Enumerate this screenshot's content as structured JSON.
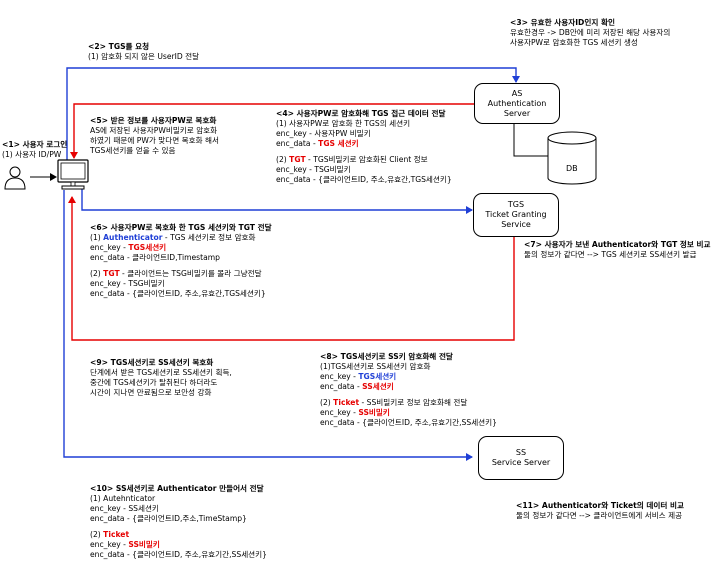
{
  "user": {
    "step_title": "<1> 사용자 로그인",
    "step_sub": "(1) 사용자 ID/PW"
  },
  "servers": {
    "as": {
      "line1": "AS",
      "line2": "Authentication Server"
    },
    "db": {
      "label": "DB"
    },
    "tgs": {
      "line1": "TGS",
      "line2": "Ticket Granting",
      "line3": "Service"
    },
    "ss": {
      "line1": "SS",
      "line2": "Service Server"
    }
  },
  "step2": {
    "title": "<2> TGS를 요청",
    "line1": "(1) 암호화 되지 않은 UserID 전달"
  },
  "step3": {
    "title": "<3> 유효한 사용자ID인지 확인",
    "line1": "유효한경우 -> DB안에 미리 저장된 해당 사용자의",
    "line2": "사용자PW로 암호화한 TGS 세션키 생성"
  },
  "step4": {
    "title": "<4> 사용자PW로 암호화해 TGS 접근 데이터 전달",
    "l1": "(1) 사용자PW로 암호화 한 TGS의 세션키",
    "l2": "enc_key - 사용자PW 비밀키",
    "l3_pre": "enc_data - ",
    "l3_hl": "TGS 세션키",
    "l4_pre": "(2) ",
    "l4_hl": "TGT",
    "l4_post": " - TGS비밀키로 암호화된 Client 정보",
    "l5": "enc_key - TSG비밀키",
    "l6": "enc_data - {클라이언트ID, 주소,유효간,TGS세션키}"
  },
  "step5": {
    "title": "<5> 받은 정보를 사용자PW로 복호화",
    "l1": "AS에 저장된 사용자PW비밀키로 암호화",
    "l2": "하였기 때문에 PW가 맞다면 복호화 해서",
    "l3": "TGS세션키를 얻을 수 있음"
  },
  "step6": {
    "title": "<6> 사용자PW로 복호화 한 TGS 세션키와 TGT 전달",
    "l1_pre": "(1) ",
    "l1_hl": "Authenticator",
    "l1_post": " - TGS 세션키로 정보 암호화",
    "l2_pre": "enc_key - ",
    "l2_hl": "TGS세션키",
    "l3": "enc_data - 클라이언트ID,Timestamp",
    "l4_pre": "(2) ",
    "l4_hl": "TGT",
    "l4_post": " - 클라이언트는 TSG비밀키를 몰라 그냥전달",
    "l5": "enc_key - TSG비밀키",
    "l6": "enc_data - {클라이언트ID, 주소,유효간,TGS세션키}"
  },
  "step7": {
    "title": "<7> 사용자가 보낸 Authenticator와 TGT 정보 비교",
    "l1": "둘의 정보가 같다면 --> TGS 세션키로 SS세션키 발급"
  },
  "step8": {
    "title": "<8> TGS세션키로 SS키 암호화해 전달",
    "l1": "(1)TGS세션키로 SS세션키 암호화",
    "l2_pre": "enc_key - ",
    "l2_hl": "TGS세션키",
    "l3_pre": "enc_data - ",
    "l3_hl": "SS세션키",
    "l4_pre": "(2) ",
    "l4_hl": "Ticket",
    "l4_post": " - SS비밀키로 정보 암호화해 전달",
    "l5_pre": "enc_key - ",
    "l5_hl": "SS비밀키",
    "l6": "enc_data - {클라이언트ID, 주소,유효기간,SS세션키}"
  },
  "step9": {
    "title": "<9> TGS세션키로 SS세션키 복호화",
    "l1": "단계에서 받은 TGS세션키로 SS세션키 획득,",
    "l2": "중간에 TGS세션키가 탈취된다 하더라도",
    "l3": "시간이 지나면 만료됨으로 보안성 강화"
  },
  "step10": {
    "title": "<10> SS세션키로 Authenticator 만들어서 전달",
    "l1": "(1) Autehnticator",
    "l2": "enc_key - SS세션키",
    "l3": "enc_data - {클라이언트ID,주소,TimeStamp}",
    "l4_pre": "(2) ",
    "l4_hl": "Ticket",
    "l5_pre": "enc_key - ",
    "l5_hl": "SS비밀키",
    "l6": "enc_data - {클라이언트ID, 주소,유효기간,SS세션키}"
  },
  "step11": {
    "title": "<11> Authenticator와 Ticket의 데이터 비교",
    "l1": "둘의 정보가 같다면 --> 클라이언트에게 서비스 제공"
  },
  "colors": {
    "blue": "#1f3fd6",
    "red": "#e60000"
  }
}
